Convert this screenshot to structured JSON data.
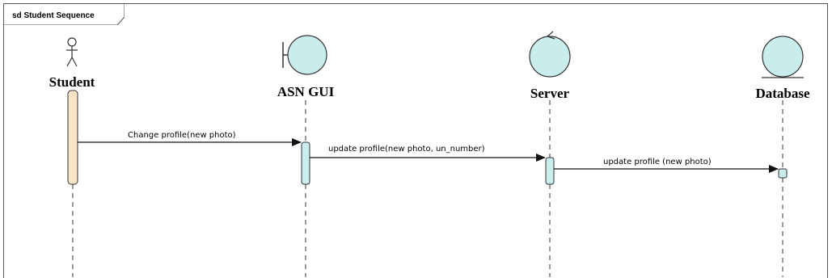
{
  "frame": {
    "label": "sd Student Sequence"
  },
  "lifelines": [
    {
      "id": "student",
      "label": "Student",
      "kind": "actor"
    },
    {
      "id": "asn-gui",
      "label": "ASN GUI",
      "kind": "boundary"
    },
    {
      "id": "server",
      "label": "Server",
      "kind": "control"
    },
    {
      "id": "database",
      "label": "Database",
      "kind": "entity"
    }
  ],
  "messages": [
    {
      "label": "Change  profile(new photo)",
      "from": "Student",
      "to": "ASN GUI"
    },
    {
      "label": "update  profile(new photo, un_number)",
      "from": "ASN GUI",
      "to": "Server"
    },
    {
      "label": "update  profile (new photo)",
      "from": "Server",
      "to": "Database"
    }
  ],
  "colors": {
    "actor_activation": "#fbe3c8",
    "object_fill": "#c9ecec",
    "line": "#222222",
    "frame": "#555555"
  }
}
